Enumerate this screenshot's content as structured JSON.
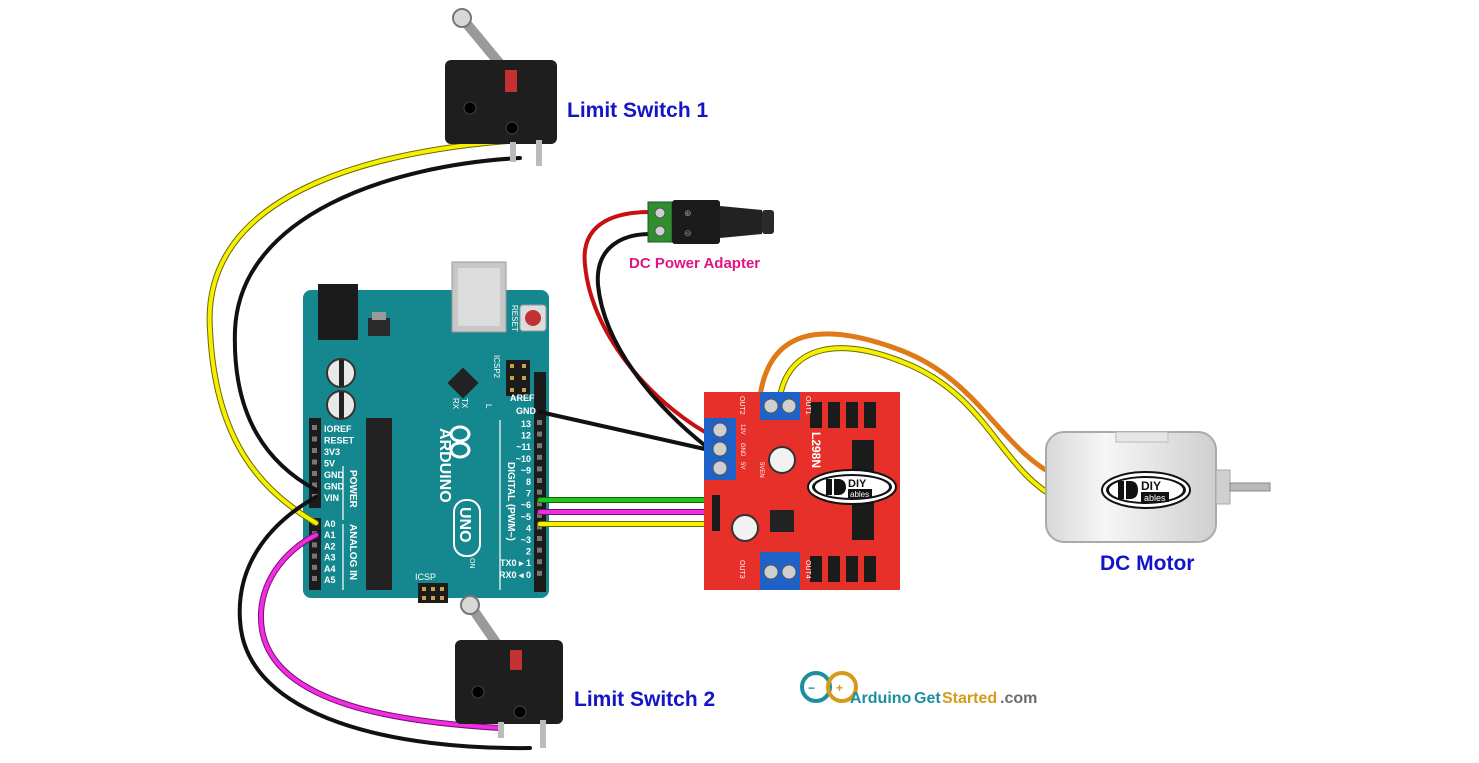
{
  "labels": {
    "limit_switch_1": "Limit Switch 1",
    "limit_switch_2": "Limit Switch 2",
    "dc_power_adapter": "DC Power Adapter",
    "dc_motor": "DC Motor"
  },
  "arduino": {
    "brand": "ARDUINO",
    "model": "UNO",
    "reset": "RESET",
    "icsp2": "ICSP2",
    "icsp": "ICSP",
    "tx": "TX",
    "rx": "RX",
    "l": "L",
    "on": "ON",
    "aref": "AREF",
    "gnd": "GND",
    "power_header": "POWER",
    "analog_header": "ANALOG IN",
    "digital_header": "DIGITAL (PWM~)",
    "power_pins": [
      "IOREF",
      "RESET",
      "3V3",
      "5V",
      "GND",
      "GND",
      "VIN"
    ],
    "analog_pins": [
      "A0",
      "A1",
      "A2",
      "A3",
      "A4",
      "A5"
    ],
    "digital_pins": [
      "13",
      "12",
      "~11",
      "~10",
      "~9",
      "8",
      "7",
      "~6",
      "~5",
      "4",
      "~3",
      "2",
      "TX0 ▸ 1",
      "RX0 ◂ 0"
    ]
  },
  "driver": {
    "chip": "L298N",
    "brand_main": "DIY",
    "brand_sub": "ables",
    "out1": "OUT1",
    "out2": "OUT2",
    "out3": "OUT3",
    "out4": "OUT4",
    "v12": "12V",
    "gnd": "GND",
    "v5": "5V",
    "ven": "5VEN"
  },
  "motor": {
    "brand_main": "DIY",
    "brand_sub": "ables"
  },
  "footer": {
    "brand_a": "Arduino",
    "brand_b": "Get",
    "brand_c": "Started",
    "brand_d": ".com"
  },
  "colors": {
    "board": "#15888f",
    "driver": "#e8302a",
    "yellow_wire": "#f4f000",
    "black_wire": "#111111",
    "red_wire": "#c90f0f",
    "green_wire": "#25c21f",
    "magenta_wire": "#f02de0",
    "orange_wire": "#df7a16",
    "label_blue": "#1414c8",
    "label_pink": "#e0157f"
  }
}
